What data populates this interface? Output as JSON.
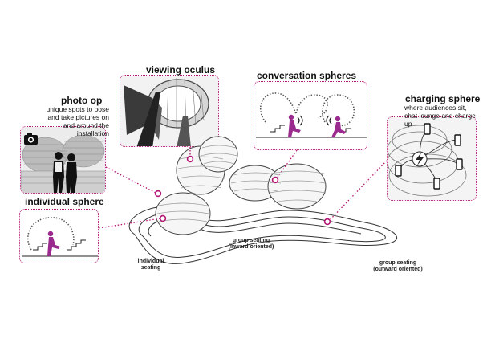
{
  "callouts": {
    "viewing_oculus": {
      "title": "viewing oculus"
    },
    "conversation_spheres": {
      "title": "conversation spheres"
    },
    "photo_op": {
      "title": "photo op",
      "description": "unique spots to pose and  take pictures on and around the installation"
    },
    "charging_sphere": {
      "title": "charging sphere",
      "description": "where audiences sit, chat lounge and charge up"
    },
    "individual_sphere": {
      "title": "individual sphere"
    }
  },
  "labels": {
    "individual_seating": "individual seating",
    "group_inward": "group seating (inward oriented)",
    "group_outward": "group seating (outward oriented)"
  },
  "colors": {
    "accent": "#b31574",
    "figure": "#9b2a8e",
    "line": "#333333",
    "hatch": "#9a9a9a"
  },
  "icons": [
    "camera-icon",
    "lightning-bolt-icon",
    "smartphone-icon",
    "speaker-waves-icon"
  ]
}
